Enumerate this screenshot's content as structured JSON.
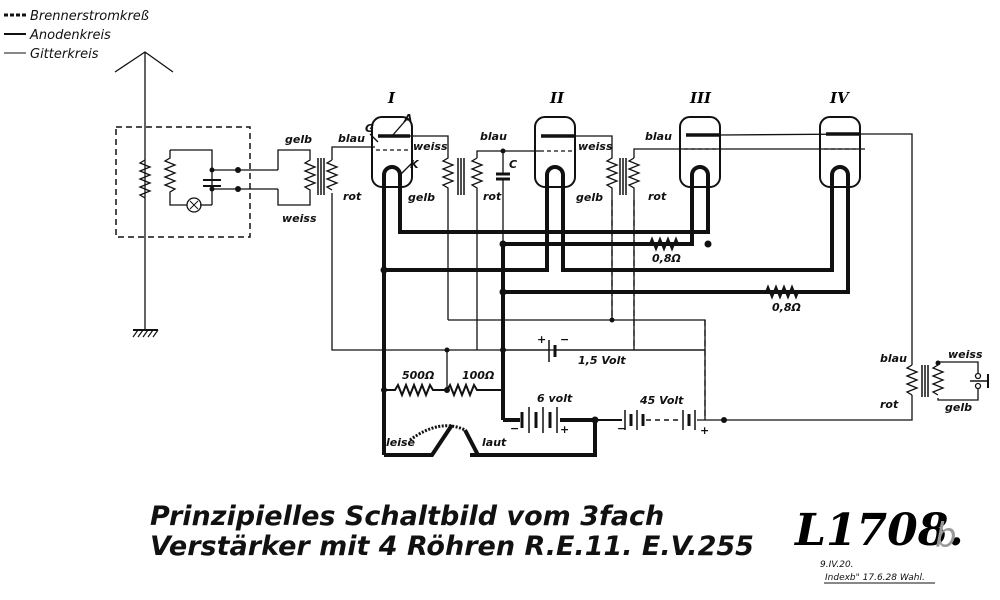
{
  "legend": [
    {
      "style": "heavy-dashed",
      "label": "Brennerstromkreß"
    },
    {
      "style": "solid",
      "label": "Anodenkreis"
    },
    {
      "style": "thin",
      "label": "Gitterkreis"
    }
  ],
  "tubes": [
    {
      "numeral": "I",
      "grid_label": "G",
      "anode_label": "A",
      "cathode_label": "K"
    },
    {
      "numeral": "II"
    },
    {
      "numeral": "III"
    },
    {
      "numeral": "IV"
    }
  ],
  "wire_labels": {
    "input_gelb": "gelb",
    "input_weiss": "weiss",
    "t1_blau": "blau",
    "t1_rot": "rot",
    "tube1_weiss": "weiss",
    "tube1_gelb": "gelb",
    "t2_blau": "blau",
    "t2_rot": "rot",
    "cap_label": "C",
    "tube2_weiss": "weiss",
    "tube2_gelb": "gelb",
    "t3_blau": "blau",
    "t3_rot": "rot",
    "out_blau": "blau",
    "out_rot": "rot",
    "out_weiss": "weiss",
    "out_gelb": "gelb"
  },
  "components": {
    "resistor_1": "0,8Ω",
    "resistor_2": "0,8Ω",
    "resistor_500": "500Ω",
    "resistor_100": "100Ω",
    "battery_grid": "1,5 Volt",
    "battery_heater": "6 volt",
    "battery_anode": "45 Volt",
    "volume_low": "leise",
    "volume_high": "laut",
    "plus": "+",
    "minus": "−"
  },
  "title": {
    "line1": "Prinzipielles Schaltbild vom 3fach",
    "line2": "Verstärker mit 4 Röhren R.E.11. E.V.255"
  },
  "document": {
    "number": "L1708.",
    "suffix": "b",
    "date_stamp": "9.IV.20.",
    "index_stamp": "Indexb\" 17.6.28 Wahl."
  }
}
